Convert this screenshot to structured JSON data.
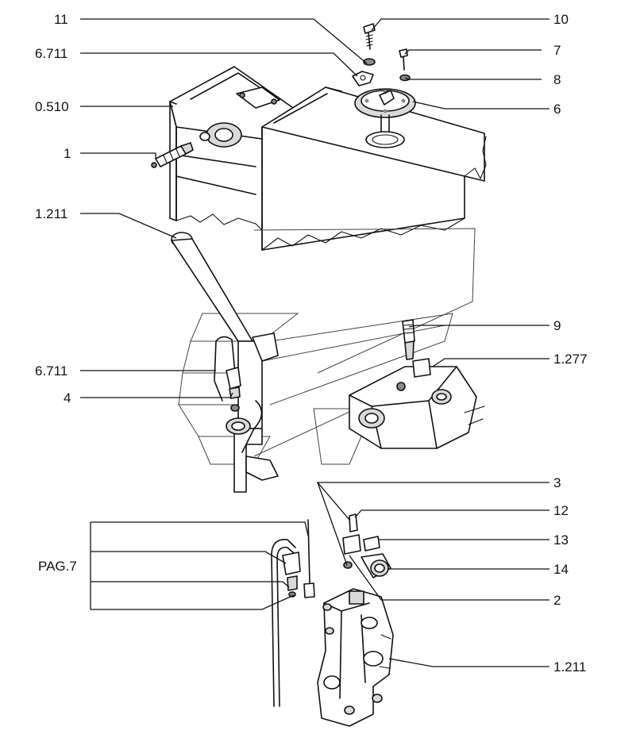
{
  "callouts": {
    "c11": "11",
    "c6711_top": "6.711",
    "c0510": "0.510",
    "c1": "1",
    "c1211_top": "1.211",
    "c6711_mid": "6.711",
    "c4": "4",
    "pag7": "PAG.7",
    "c10": "10",
    "c7": "7",
    "c8": "8",
    "c6": "6",
    "c9": "9",
    "c1277": "1.277",
    "c3": "3",
    "c12": "12",
    "c13": "13",
    "c14": "14",
    "c2": "2",
    "c1211_bottom": "1.211"
  }
}
